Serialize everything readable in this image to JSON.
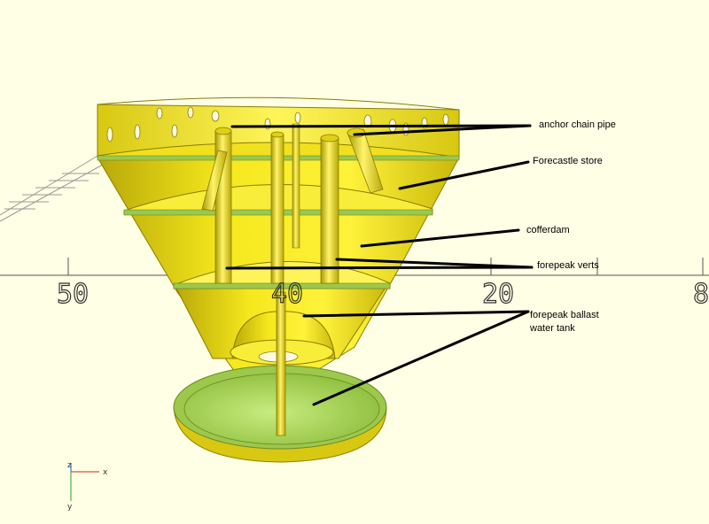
{
  "viewer": {
    "background_color": "#ffffe5",
    "model_color": "#f5e81d",
    "model_shadow_color": "#c9b80b",
    "section_color": "#9cc84b",
    "inner_funnel_color": "#b5de68"
  },
  "callouts": [
    {
      "id": "anchor-chain-pipe",
      "lines": [
        "anchor chain pipe"
      ]
    },
    {
      "id": "forecastle-store",
      "lines": [
        "Forecastle store"
      ]
    },
    {
      "id": "cofferdam",
      "lines": [
        "cofferdam"
      ]
    },
    {
      "id": "forepeak-verts",
      "lines": [
        "forepeak verts"
      ]
    },
    {
      "id": "forepeak-ballast-water-tank",
      "lines": [
        "forepeak ballast",
        "water tank"
      ]
    }
  ],
  "scale": {
    "labels": [
      "50",
      "40",
      "20",
      "8"
    ]
  },
  "axes_gizmo": {
    "x": {
      "label": "x",
      "color": "#d94a4a"
    },
    "y": {
      "label": "y",
      "color": "#4caf50"
    },
    "z": {
      "label": "z",
      "color": "#3b6ee0"
    }
  }
}
